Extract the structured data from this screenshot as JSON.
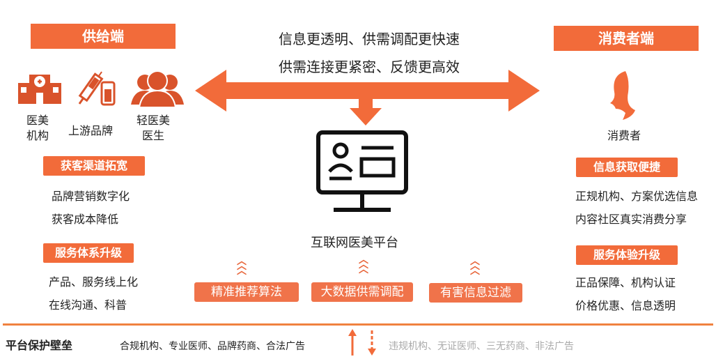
{
  "supply": {
    "title": "供给端",
    "items": [
      "医美\n机构",
      "上游品牌",
      "轻医美\n医生"
    ],
    "sections": [
      {
        "label": "获客渠道拓宽",
        "lines": [
          "品牌营销数字化",
          "获客成本降低"
        ]
      },
      {
        "label": "服务体系升级",
        "lines": [
          "产品、服务线上化",
          "在线沟通、科普"
        ]
      }
    ]
  },
  "consumer": {
    "title": "消费者端",
    "person": "消费者",
    "sections": [
      {
        "label": "信息获取便捷",
        "lines": [
          "正规机构、方案优选信息",
          "内容社区真实消费分享"
        ]
      },
      {
        "label": "服务体验升级",
        "lines": [
          "正品保障、机构认证",
          "价格优惠、信息透明"
        ]
      }
    ]
  },
  "center": {
    "line1": "信息更透明、供需调配更快速",
    "line2": "供需连接更紧密、反馈更高效",
    "platform": "互联网医美平台",
    "tags": [
      "精准推荐算法",
      "大数据供需调配",
      "有害信息过滤"
    ]
  },
  "bottom": {
    "title": "平台保护壁垒",
    "allowed": "合规机构、专业医师、品牌药商、合法广告",
    "blocked": "违规机构、无证医师、三无药商、非法广告"
  },
  "colors": {
    "accent": "#f26b3a",
    "muted": "#aaaaaa"
  }
}
